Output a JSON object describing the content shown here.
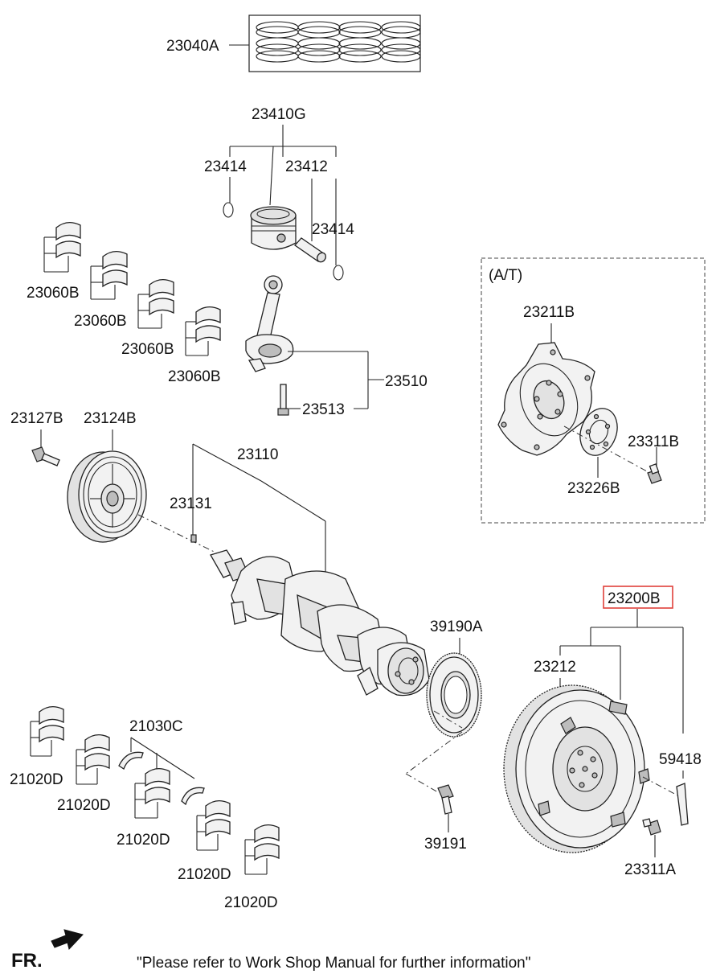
{
  "labels": {
    "piston_ring_set": "23040A",
    "piston_assy": "23410G",
    "snap_ring_left": "23414",
    "piston_pin": "23412",
    "snap_ring_right": "23414",
    "conrod_bearing_1": "23060B",
    "conrod_bearing_2": "23060B",
    "conrod_bearing_3": "23060B",
    "conrod_bearing_4": "23060B",
    "connecting_rod": "23510",
    "conrod_bolt": "23513",
    "pulley_bolt": "23127B",
    "damper_pulley": "23124B",
    "crankshaft": "23110",
    "key": "23131",
    "ring_gear_plate": "39190A",
    "ring_gear_bolt": "39191",
    "main_bearing_1": "21020D",
    "main_bearing_2": "21020D",
    "main_bearing_3": "21020D",
    "main_bearing_4": "21020D",
    "main_bearing_5": "21020D",
    "thrust_washer": "21030C",
    "at_section": "(A/T)",
    "drive_plate": "23211B",
    "adapter_plate": "23226B",
    "drive_plate_bolt": "23311B",
    "flywheel_assy": "23200B",
    "flywheel": "23212",
    "dowel_pin": "59418",
    "flywheel_bolt": "23311A"
  },
  "highlight_color": "#e0403a",
  "footer": {
    "fr_label": "FR.",
    "note": "\"Please refer to Work Shop Manual for further information\""
  }
}
